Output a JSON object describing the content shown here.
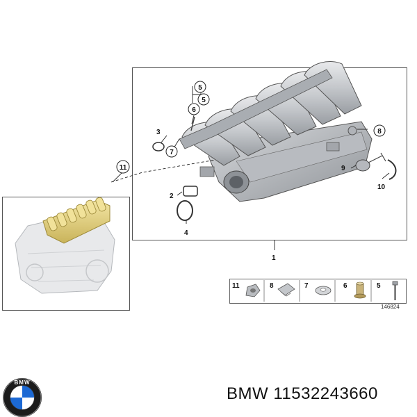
{
  "diagram": {
    "callouts": [
      "1",
      "2",
      "3",
      "4",
      "5",
      "5",
      "6",
      "7",
      "8",
      "9",
      "10",
      "11"
    ],
    "legend": {
      "items": [
        {
          "number": "11",
          "icon": "nut-icon"
        },
        {
          "number": "8",
          "icon": "clip-nut-icon"
        },
        {
          "number": "7",
          "icon": "sealing-ring-icon"
        },
        {
          "number": "6",
          "icon": "spacer-sleeve-icon"
        },
        {
          "number": "5",
          "icon": "bolt-icon"
        }
      ],
      "code": "146824"
    }
  },
  "footer": {
    "brand": "BMW",
    "part_number": "11532243660",
    "logo": "bmw-roundel-logo"
  },
  "colors": {
    "manifold": "#c9ccd0",
    "highlight": "#e8d88a",
    "logo_blue": "#1c69d4"
  }
}
